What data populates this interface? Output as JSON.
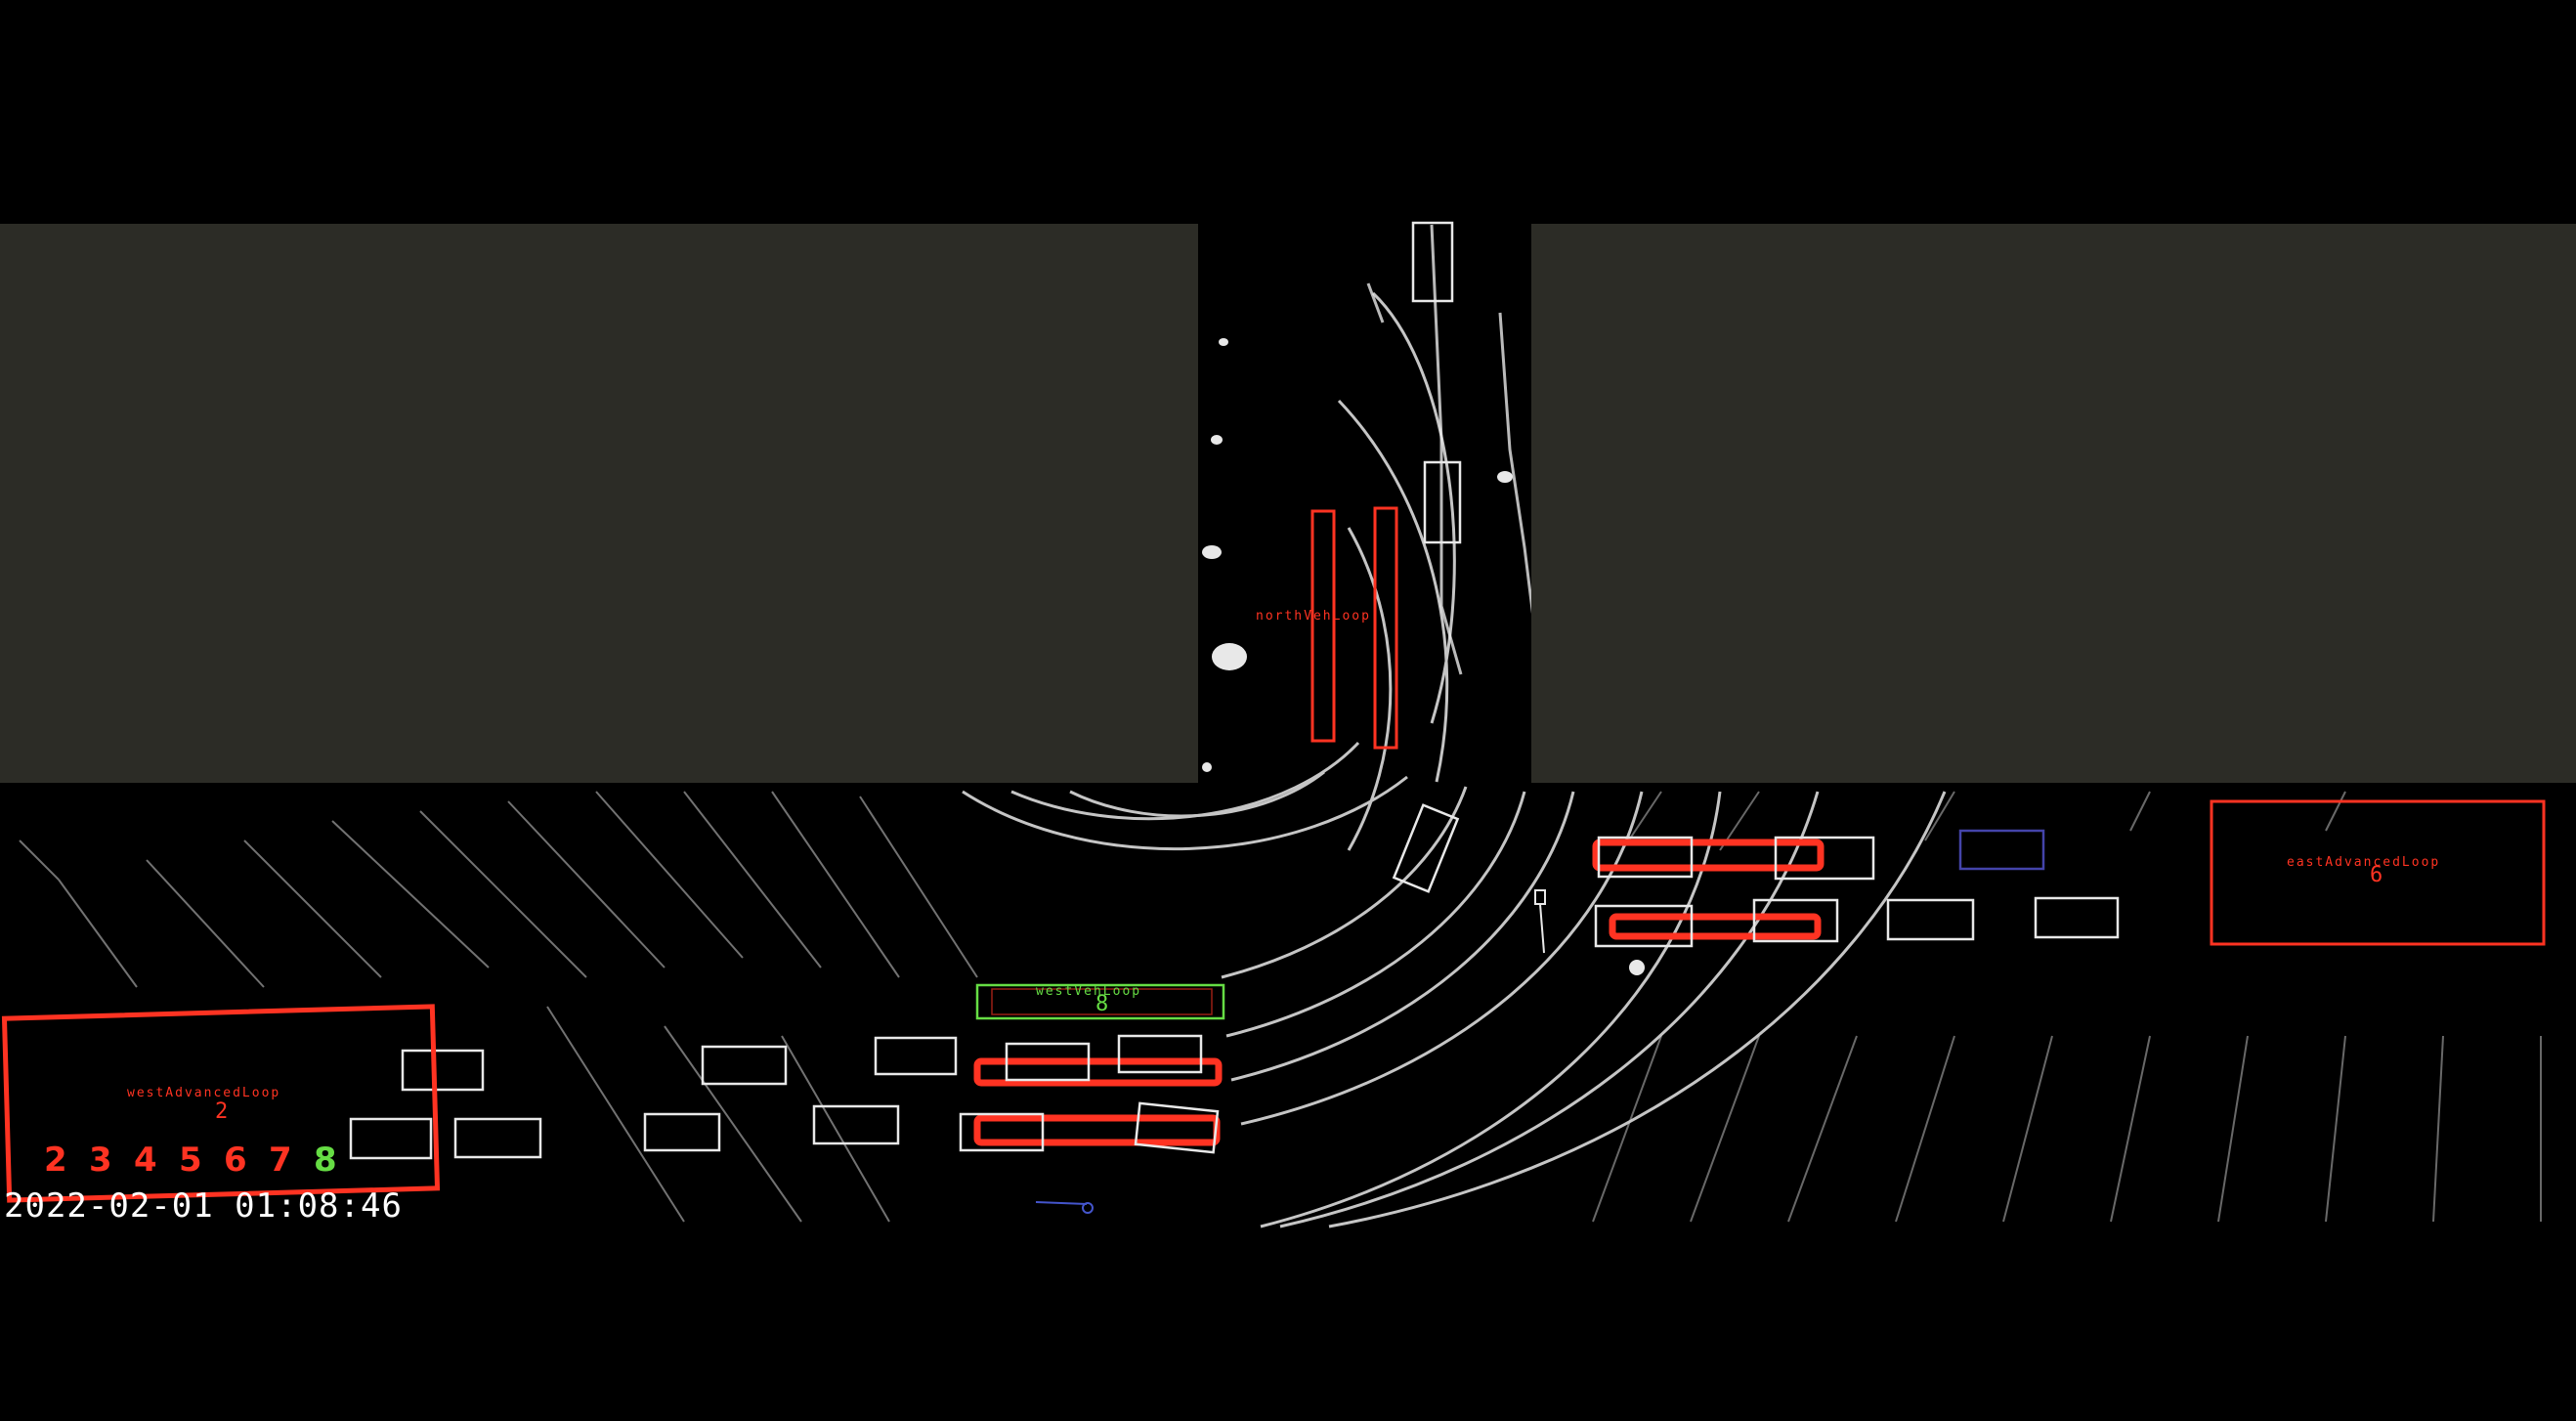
{
  "timestamp": "2022-02-01  01:08:46",
  "colors": {
    "background": "#000000",
    "panel": "#2c2c26",
    "alert": "#ff3322",
    "active": "#66dd44",
    "scan": "#e8e8e8",
    "track_blue": "#4444aa"
  },
  "zones": {
    "north": {
      "label": "northVehLoop"
    },
    "west_veh": {
      "label": "westVehLoop",
      "number": "8"
    },
    "west_adv": {
      "label": "westAdvancedLoop",
      "number": "2"
    },
    "east_adv": {
      "label": "eastAdvancedLoop",
      "number": "6"
    }
  },
  "counter": {
    "digits": [
      "2",
      "3",
      "4",
      "5",
      "6",
      "7"
    ],
    "active_digit": "8"
  }
}
